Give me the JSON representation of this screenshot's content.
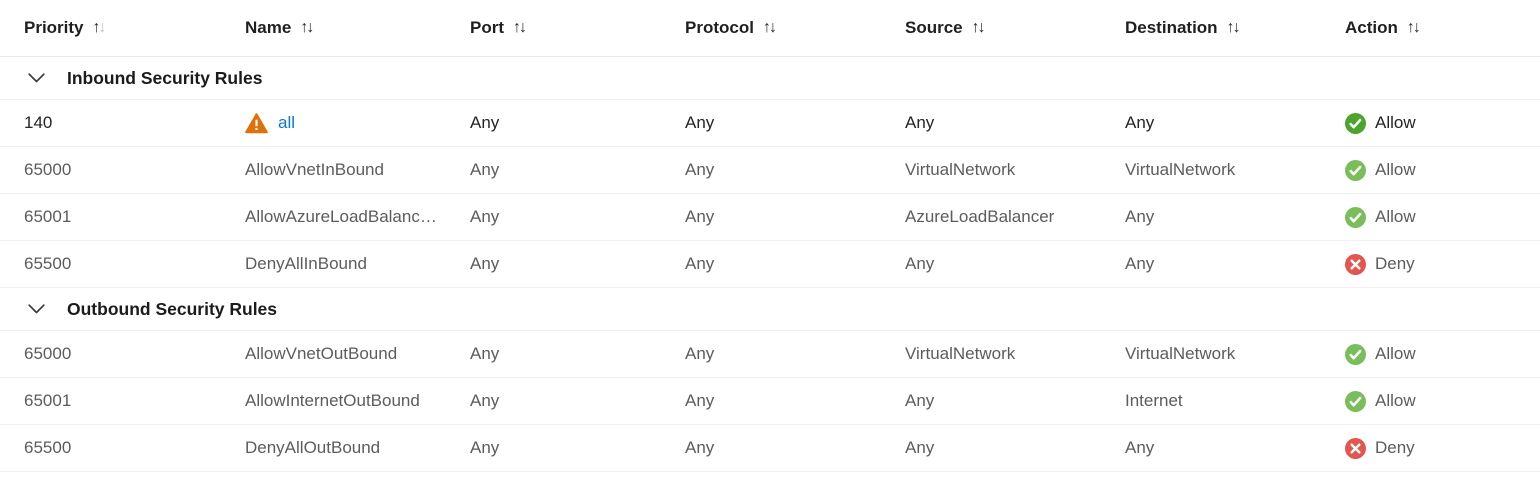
{
  "colors": {
    "link_blue": "#0b78d1",
    "warning_orange": "#dc720c",
    "allow_green_strong": "#4ba42c",
    "allow_green_soft": "#7abd5b",
    "deny_red": "#e25650",
    "sort_active": "#2b2a29",
    "sort_inactive": "#c8c6c4",
    "chevron_gray": "#3b3a39"
  },
  "sort_glyphs": {
    "asc": "↑",
    "desc": "↓"
  },
  "header": {
    "columns": [
      {
        "key": "priority",
        "label": "Priority",
        "sort": "asc"
      },
      {
        "key": "name",
        "label": "Name",
        "sort": "none"
      },
      {
        "key": "port",
        "label": "Port",
        "sort": "none"
      },
      {
        "key": "protocol",
        "label": "Protocol",
        "sort": "none"
      },
      {
        "key": "source",
        "label": "Source",
        "sort": "none"
      },
      {
        "key": "destination",
        "label": "Destination",
        "sort": "none"
      },
      {
        "key": "action",
        "label": "Action",
        "sort": "none"
      }
    ]
  },
  "sections": [
    {
      "title": "Inbound Security Rules",
      "rows": [
        {
          "priority": "140",
          "name": "all",
          "name_is_link": true,
          "has_warning": true,
          "port": "Any",
          "protocol": "Any",
          "source": "Any",
          "destination": "Any",
          "action": "Allow",
          "emphasized": true
        },
        {
          "priority": "65000",
          "name": "AllowVnetInBound",
          "port": "Any",
          "protocol": "Any",
          "source": "VirtualNetwork",
          "destination": "VirtualNetwork",
          "action": "Allow"
        },
        {
          "priority": "65001",
          "name": "AllowAzureLoadBalanc…",
          "port": "Any",
          "protocol": "Any",
          "source": "AzureLoadBalancer",
          "destination": "Any",
          "action": "Allow"
        },
        {
          "priority": "65500",
          "name": "DenyAllInBound",
          "port": "Any",
          "protocol": "Any",
          "source": "Any",
          "destination": "Any",
          "action": "Deny"
        }
      ]
    },
    {
      "title": "Outbound Security Rules",
      "rows": [
        {
          "priority": "65000",
          "name": "AllowVnetOutBound",
          "port": "Any",
          "protocol": "Any",
          "source": "VirtualNetwork",
          "destination": "VirtualNetwork",
          "action": "Allow"
        },
        {
          "priority": "65001",
          "name": "AllowInternetOutBound",
          "port": "Any",
          "protocol": "Any",
          "source": "Any",
          "destination": "Internet",
          "action": "Allow"
        },
        {
          "priority": "65500",
          "name": "DenyAllOutBound",
          "port": "Any",
          "protocol": "Any",
          "source": "Any",
          "destination": "Any",
          "action": "Deny"
        }
      ]
    }
  ]
}
